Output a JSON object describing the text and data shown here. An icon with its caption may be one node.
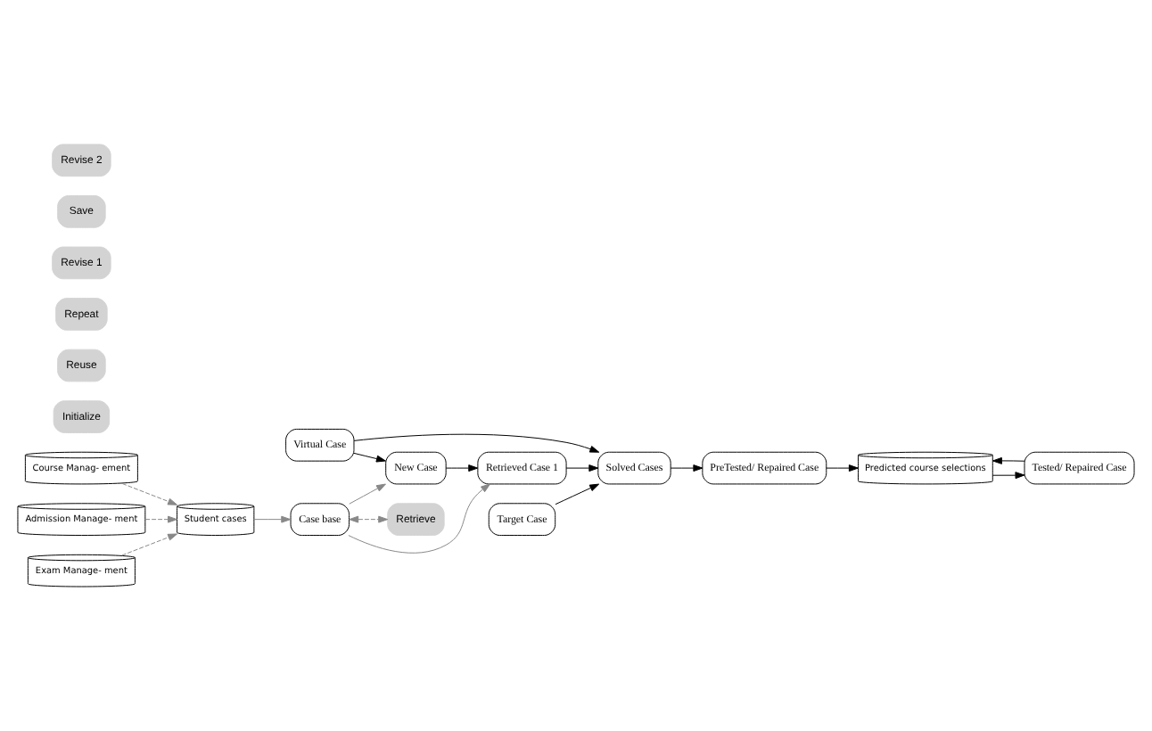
{
  "diagram": {
    "nodes": [
      {
        "text": [
          "Virtual Case"
        ]
      },
      {
        "text": [
          "Course Manag- ement"
        ]
      },
      {
        "text": [
          "Initialize"
        ]
      },
      {
        "text": [
          "New Case"
        ]
      },
      {
        "text": [
          "Student cases"
        ]
      },
      {
        "text": [
          "Retrieve"
        ]
      },
      {
        "text": [
          "Admission Manage- ment"
        ]
      },
      {
        "text": [
          "Case base"
        ]
      },
      {
        "text": [
          "Target Case"
        ]
      },
      {
        "text": [
          "Retrieved Case 1"
        ]
      },
      {
        "text": [
          "Exam Manage- ment"
        ]
      },
      {
        "text": [
          "Reuse"
        ]
      },
      {
        "text": [
          "Repeat"
        ]
      },
      {
        "text": [
          "PreTested/ Repaired Case"
        ]
      },
      {
        "text": [
          "Revise 1"
        ]
      },
      {
        "text": [
          "Save"
        ]
      },
      {
        "text": [
          "Solved Cases"
        ]
      },
      {
        "text": [
          "Tested/ Repaired Case"
        ]
      },
      {
        "text": [
          "Revise 2"
        ]
      },
      {
        "text": [
          "Predicted course selections"
        ]
      }
    ],
    "edges": [
      {
        "from": 1,
        "to": 4,
        "arrow": "to",
        "style": "dashed",
        "color": "#888888"
      },
      {
        "from": 6,
        "to": 4,
        "arrow": "to",
        "style": "dashed",
        "color": "#888888"
      },
      {
        "from": 10,
        "to": 4,
        "arrow": "to",
        "style": "dashed",
        "color": "#888888"
      },
      {
        "from": 4,
        "to": 7,
        "arrow": "to",
        "color": "#888888"
      },
      {
        "from": 7,
        "to": 3,
        "arrow": "to",
        "color": "#888888"
      },
      {
        "from": 7,
        "to": 5,
        "arrow": "both",
        "style": "dashed",
        "color": "#888888"
      },
      {
        "from": 7,
        "to": 9,
        "arrow": "to",
        "color": "#888888"
      },
      {
        "from": 3,
        "to": 9,
        "arrow": "to"
      },
      {
        "from": 0,
        "to": 3,
        "arrow": "to"
      },
      {
        "from": 9,
        "to": 16,
        "arrow": "to"
      },
      {
        "from": 8,
        "to": 16,
        "arrow": "to"
      },
      {
        "from": 0,
        "to": 16,
        "arrow": "to"
      },
      {
        "from": 16,
        "to": 13,
        "arrow": "to"
      },
      {
        "from": 13,
        "to": 19,
        "arrow": "to"
      },
      {
        "from": 19,
        "to": 17,
        "arrow": "to"
      },
      {
        "from": 17,
        "to": 19,
        "arrow": "to"
      }
    ]
  }
}
